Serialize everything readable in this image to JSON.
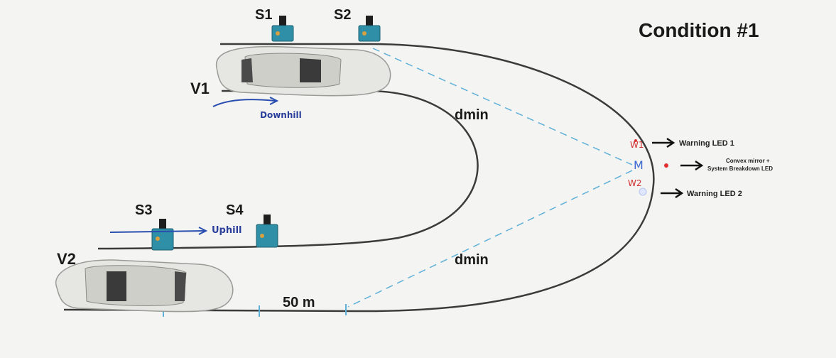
{
  "title": "Condition #1",
  "sensors": {
    "s1": "S1",
    "s2": "S2",
    "s3": "S3",
    "s4": "S4"
  },
  "vehicles": {
    "v1": "V1",
    "v2": "V2"
  },
  "labels": {
    "downhill": "Downhill",
    "uphill": "Uphill",
    "dmin_top": "dmin",
    "dmin_bottom": "dmin",
    "distance": "50 m"
  },
  "mirror_marks": {
    "w1": "W1",
    "m": "M",
    "w2": "W2"
  },
  "annotations": {
    "led1": "Warning LED 1",
    "mirror_line1": "Convex  mirror +",
    "mirror_line2": "System Breakdown LED",
    "led2": "Warning LED 2"
  },
  "colors": {
    "road": "#3b3b3b",
    "dash": "#5fb0d8",
    "car": "#e6e6e2",
    "pcb": "#2f8fa6",
    "arrow_blue": "#2a4db0"
  }
}
